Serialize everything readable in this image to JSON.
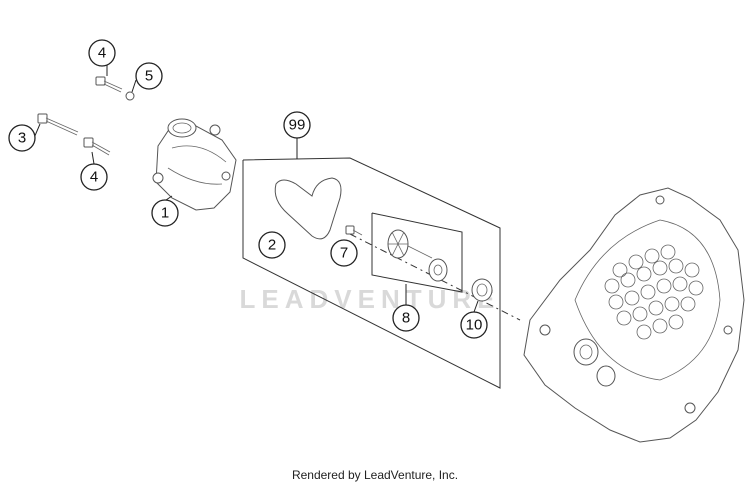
{
  "diagram": {
    "watermark": "LEADVENTURE",
    "callouts": [
      {
        "id": "4a",
        "label": "4"
      },
      {
        "id": "5",
        "label": "5"
      },
      {
        "id": "3",
        "label": "3"
      },
      {
        "id": "4b",
        "label": "4"
      },
      {
        "id": "1",
        "label": "1"
      },
      {
        "id": "99",
        "label": "99"
      },
      {
        "id": "2",
        "label": "2"
      },
      {
        "id": "7",
        "label": "7"
      },
      {
        "id": "8",
        "label": "8"
      },
      {
        "id": "10",
        "label": "10"
      }
    ]
  },
  "footer": {
    "credit": "Rendered by LeadVenture, Inc."
  }
}
